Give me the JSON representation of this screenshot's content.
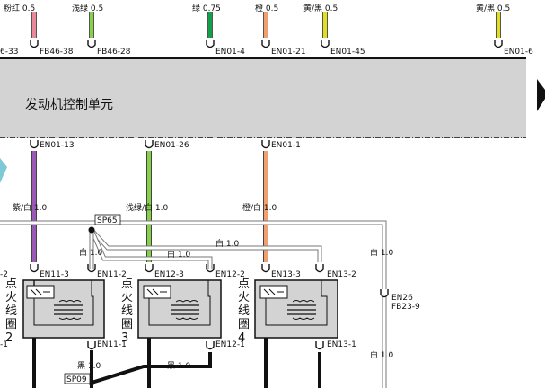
{
  "ecu": {
    "title": "发动机控制单元"
  },
  "top_wires": [
    {
      "color_label": "粉红 0.5",
      "pin": "FB46-38",
      "color": "#e8889a"
    },
    {
      "color_label": "浅绿 0.5",
      "pin": "FB46-28",
      "color": "#86d04a"
    },
    {
      "color_label": "绿 0.75",
      "pin": "EN01-4",
      "color": "#14a04a"
    },
    {
      "color_label": "橙 0.5",
      "pin": "EN01-21",
      "color": "#f0a070"
    },
    {
      "color_label": "黄/黑 0.5",
      "pin": "EN01-45",
      "color": "#e0e020"
    },
    {
      "color_label": "黄/黑 0.5",
      "pin": "EN01-6",
      "color": "#e0e020"
    }
  ],
  "top_left_pin": "6-33",
  "bottom_pins": [
    {
      "pin": "EN01-13",
      "wire_label": "紫/白 1.0",
      "color": "#9b59b6"
    },
    {
      "pin": "EN01-26",
      "wire_label": "浅绿/白 1.0",
      "color": "#86d04a"
    },
    {
      "pin": "EN01-1",
      "wire_label": "橙/白 1.0",
      "color": "#f0a070"
    }
  ],
  "splices": {
    "sp65": "SP65",
    "sp09": "SP09"
  },
  "white_labels": {
    "w1": "白 1.0",
    "w2": "白 1.0",
    "w3": "白 1.0",
    "w4": "白 1.0",
    "w5": "白 1.0"
  },
  "coils": [
    {
      "name": "点火线圈2",
      "pin_a": "EN11-3",
      "pin_b": "EN11-2",
      "pin_c": "EN11-1"
    },
    {
      "name": "点火线圈3",
      "pin_a": "EN12-3",
      "pin_b": "EN12-2",
      "pin_c": "EN12-1"
    },
    {
      "name": "点火线圈4",
      "pin_a": "EN13-3",
      "pin_b": "EN13-2",
      "pin_c": "EN13-1"
    }
  ],
  "left_cut": {
    "a": "-2",
    "b": "-1"
  },
  "right_connector": {
    "pin1": "EN26",
    "pin2": "FB23-9"
  },
  "black_labels": {
    "b1": "黑 1.0",
    "b2": "黑 1.0"
  },
  "colors": {
    "ecu_fill": "#d3d3d3",
    "white_wire": "#cccccc",
    "black_wire": "#111111",
    "arrow": "#7fc8d8"
  }
}
